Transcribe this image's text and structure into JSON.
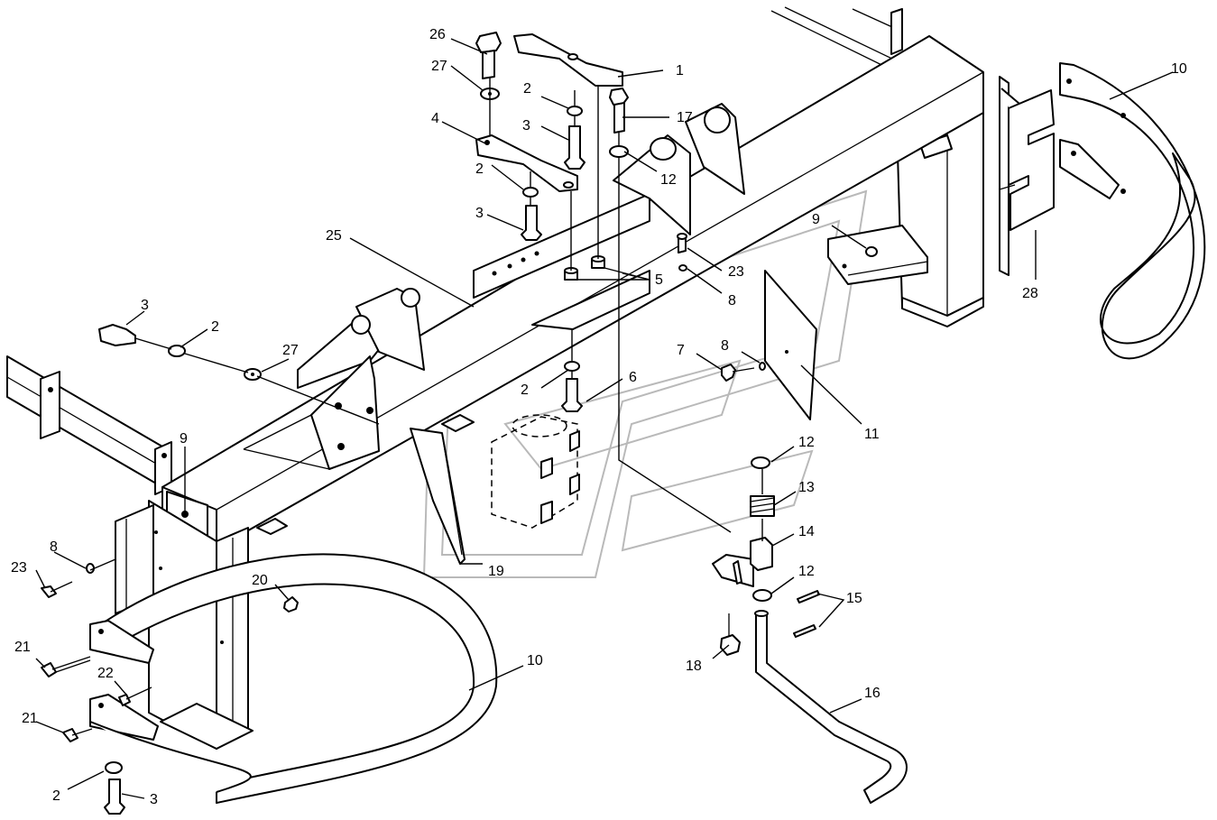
{
  "callouts": [
    {
      "id": "c1",
      "text": "1"
    },
    {
      "id": "c2a",
      "text": "2"
    },
    {
      "id": "c2b",
      "text": "2"
    },
    {
      "id": "c2c",
      "text": "2"
    },
    {
      "id": "c2d",
      "text": "2"
    },
    {
      "id": "c2e",
      "text": "2"
    },
    {
      "id": "c3a",
      "text": "3"
    },
    {
      "id": "c3b",
      "text": "3"
    },
    {
      "id": "c3c",
      "text": "3"
    },
    {
      "id": "c3d",
      "text": "3"
    },
    {
      "id": "c4",
      "text": "4"
    },
    {
      "id": "c5",
      "text": "5"
    },
    {
      "id": "c6",
      "text": "6"
    },
    {
      "id": "c7",
      "text": "7"
    },
    {
      "id": "c8a",
      "text": "8"
    },
    {
      "id": "c8b",
      "text": "8"
    },
    {
      "id": "c8c",
      "text": "8"
    },
    {
      "id": "c9a",
      "text": "9"
    },
    {
      "id": "c9b",
      "text": "9"
    },
    {
      "id": "c10a",
      "text": "10"
    },
    {
      "id": "c10b",
      "text": "10"
    },
    {
      "id": "c11",
      "text": "11"
    },
    {
      "id": "c12a",
      "text": "12"
    },
    {
      "id": "c12b",
      "text": "12"
    },
    {
      "id": "c12c",
      "text": "12"
    },
    {
      "id": "c13",
      "text": "13"
    },
    {
      "id": "c14",
      "text": "14"
    },
    {
      "id": "c15",
      "text": "15"
    },
    {
      "id": "c16",
      "text": "16"
    },
    {
      "id": "c17",
      "text": "17"
    },
    {
      "id": "c18",
      "text": "18"
    },
    {
      "id": "c19",
      "text": "19"
    },
    {
      "id": "c20",
      "text": "20"
    },
    {
      "id": "c21a",
      "text": "21"
    },
    {
      "id": "c21b",
      "text": "21"
    },
    {
      "id": "c22",
      "text": "22"
    },
    {
      "id": "c23a",
      "text": "23"
    },
    {
      "id": "c23b",
      "text": "23"
    },
    {
      "id": "c25",
      "text": "25"
    },
    {
      "id": "c26",
      "text": "26"
    },
    {
      "id": "c27a",
      "text": "27"
    },
    {
      "id": "c27b",
      "text": "27"
    },
    {
      "id": "c28",
      "text": "28"
    }
  ]
}
